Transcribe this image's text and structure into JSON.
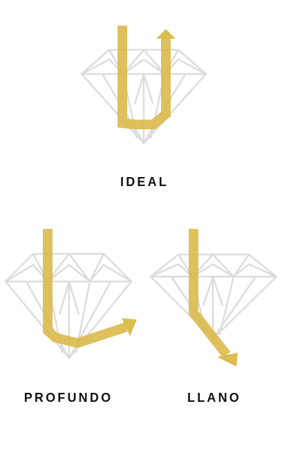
{
  "colors": {
    "diamond_outline": "#dcdcdc",
    "light_ray": "#d9b845",
    "label_text": "#111111",
    "background": "#ffffff"
  },
  "cuts": [
    {
      "id": "ideal",
      "label": "IDEAL"
    },
    {
      "id": "profundo",
      "label": "PROFUNDO"
    },
    {
      "id": "llano",
      "label": "LLANO"
    }
  ]
}
